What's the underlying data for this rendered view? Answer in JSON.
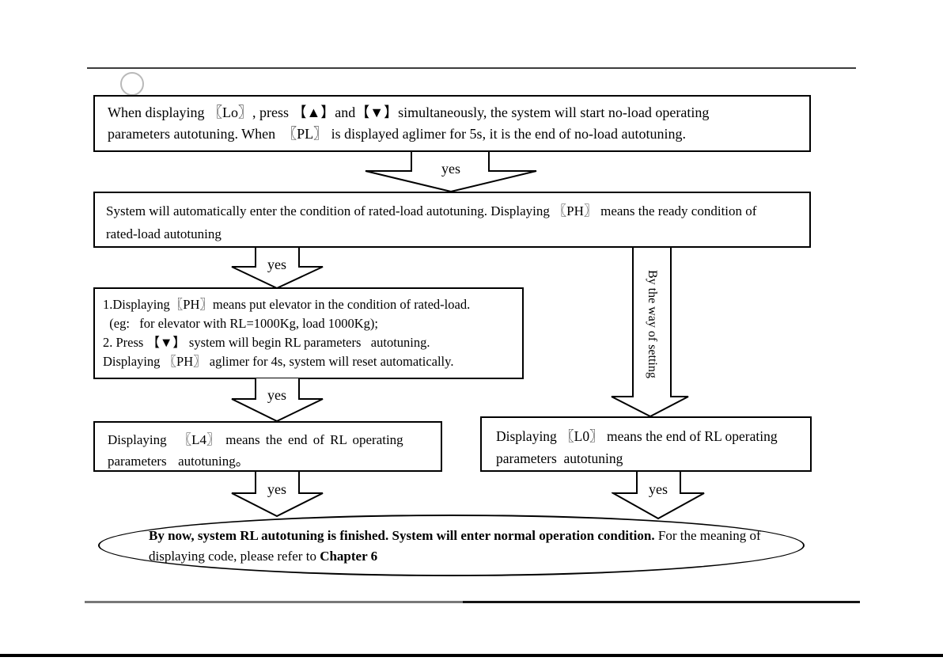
{
  "diagram": {
    "step_no_load": {
      "lines": [
        "When displaying 〖Lo〗, press 【▲】and【▼】simultaneously, the system will start no-load operating",
        "parameters autotuning. When  〖PL〗 is displayed aglimer for 5s, it is the end of no-load autotuning."
      ]
    },
    "step_rated_ready": {
      "lines": [
        "System will automatically enter the condition of rated-load autotuning. Displaying 〖PH〗 means the ready condition of",
        "rated-load autotuning"
      ]
    },
    "step_rated_load": {
      "lines": [
        "1.Displaying〖PH〗means put elevator in the condition of rated-load.",
        "  (eg:   for elevator with RL=1000Kg, load 1000Kg);",
        "2. Press 【▼】 system will begin RL parameters   autotuning.",
        "Displaying 〖PH〗 aglimer for 4s, system will reset automatically."
      ]
    },
    "step_end_l4": {
      "lines": [
        "Displaying  〖L4〗 means the end of RL operating",
        "parameters  autotuning。"
      ]
    },
    "step_end_l0": {
      "lines": [
        "Displaying 〖L0〗 means the end of RL operating",
        "parameters  autotuning"
      ]
    },
    "finish": {
      "bold_main": "By now, system RL autotuning is finished. System will enter normal operation condition.",
      "normal_text": " For the meaning of displaying code, please refer to ",
      "bold_ref": "Chapter 6"
    },
    "arrows": {
      "top_yes": "yes",
      "left_yes_1": "yes",
      "left_yes_2": "yes",
      "left_yes_3": "yes",
      "right_yes": "yes",
      "side_label": "By the way of setting"
    }
  },
  "colors": {
    "line_black": "#000000",
    "footer_gray": "#787878",
    "page_background": "#ffffff"
  }
}
